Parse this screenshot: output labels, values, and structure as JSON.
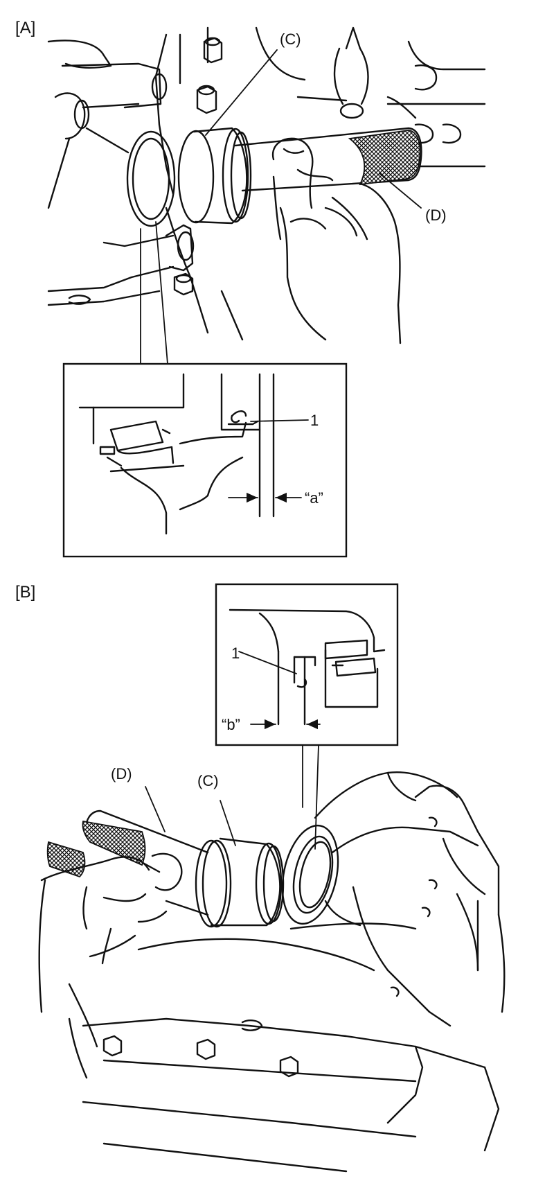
{
  "figure": {
    "panels": [
      {
        "id": "A",
        "label": "[A]",
        "tool_c": "(C)",
        "tool_d": "(D)",
        "detail": {
          "part": "1",
          "dimension": "“a”"
        }
      },
      {
        "id": "B",
        "label": "[B]",
        "tool_c": "(C)",
        "tool_d": "(D)",
        "detail": {
          "part": "1",
          "dimension": "“b”"
        }
      }
    ]
  },
  "colors": {
    "ink": "#111111",
    "paper": "#ffffff"
  }
}
